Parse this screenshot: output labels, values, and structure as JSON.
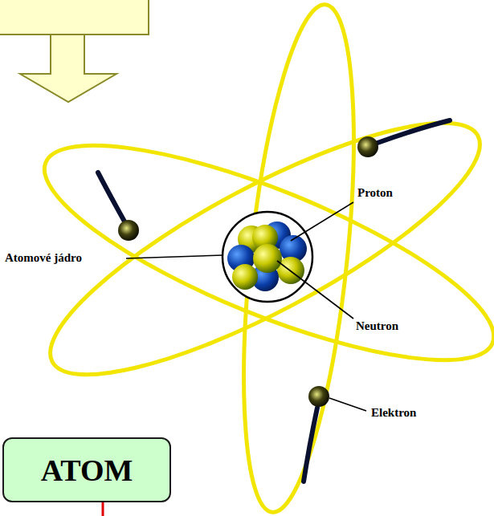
{
  "diagram": {
    "nodes": [
      {
        "text": [
          "ATOM"
        ]
      }
    ],
    "labels": [
      "Proton",
      "Atomové jádro",
      "Neutron",
      "Elektron"
    ]
  }
}
